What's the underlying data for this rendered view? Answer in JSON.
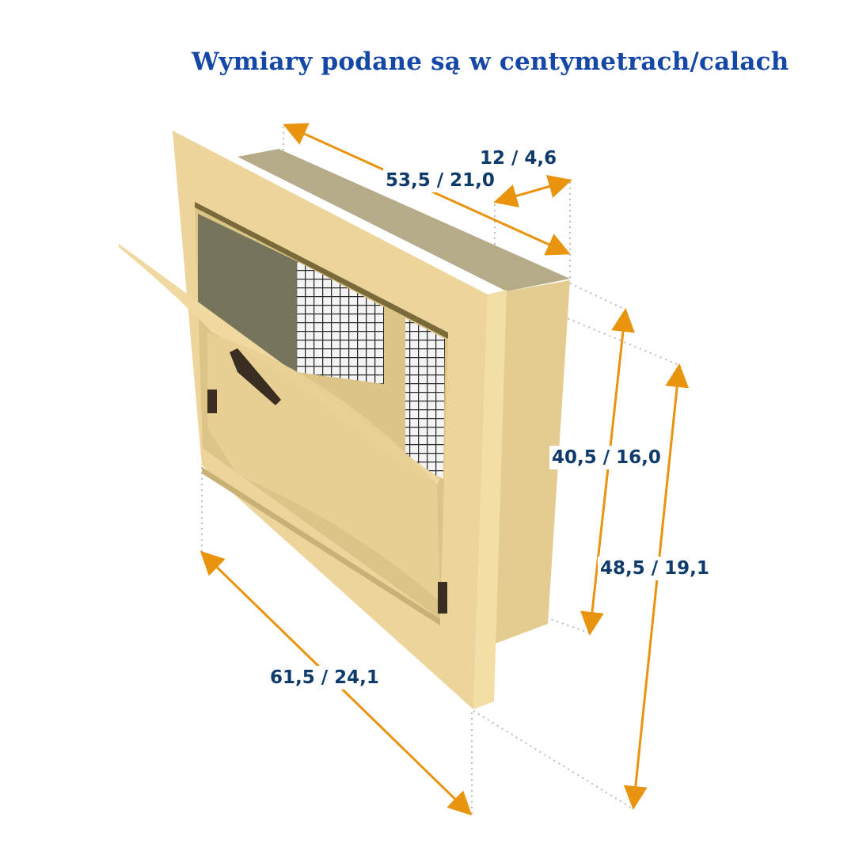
{
  "title": "Wymiary podane są w centymetrach/calach",
  "dimensions": {
    "depth_total": "53,5 / 21,0",
    "depth_box": "12 / 4,6",
    "height_inner": "40,5 / 16,0",
    "height_outer": "48,5 / 19,1",
    "width": "61,5 / 24,1"
  },
  "colors": {
    "arrow": "#e8940f",
    "body": "#ecd49a",
    "text": "#0e3a6c",
    "title": "#1447a6"
  }
}
